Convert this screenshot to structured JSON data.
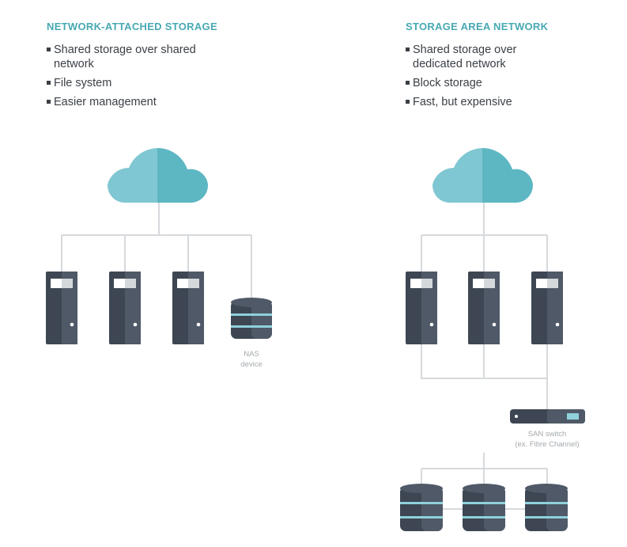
{
  "nas": {
    "title": "NETWORK-ATTACHED STORAGE",
    "bullets": [
      "Shared storage over shared network",
      "File system",
      "Easier management"
    ],
    "device_caption": [
      "NAS",
      "device"
    ]
  },
  "san": {
    "title": "STORAGE AREA NETWORK",
    "bullets": [
      "Shared storage over dedicated network",
      "Block storage",
      "Fast, but expensive"
    ],
    "switch_caption": [
      "SAN switch",
      "(ex. Fibre Channel)"
    ]
  },
  "colors": {
    "accent": "#47a9b2",
    "cloud_light": "#7fc7d2",
    "cloud_dark": "#5db7c3",
    "server": "#3d4652",
    "server_highlight": "#4f5967",
    "disk_stripe": "#8fd1dc",
    "line": "#d6d9dc"
  },
  "icons": [
    "cloud-icon",
    "server-icon",
    "database-icon",
    "switch-icon"
  ]
}
